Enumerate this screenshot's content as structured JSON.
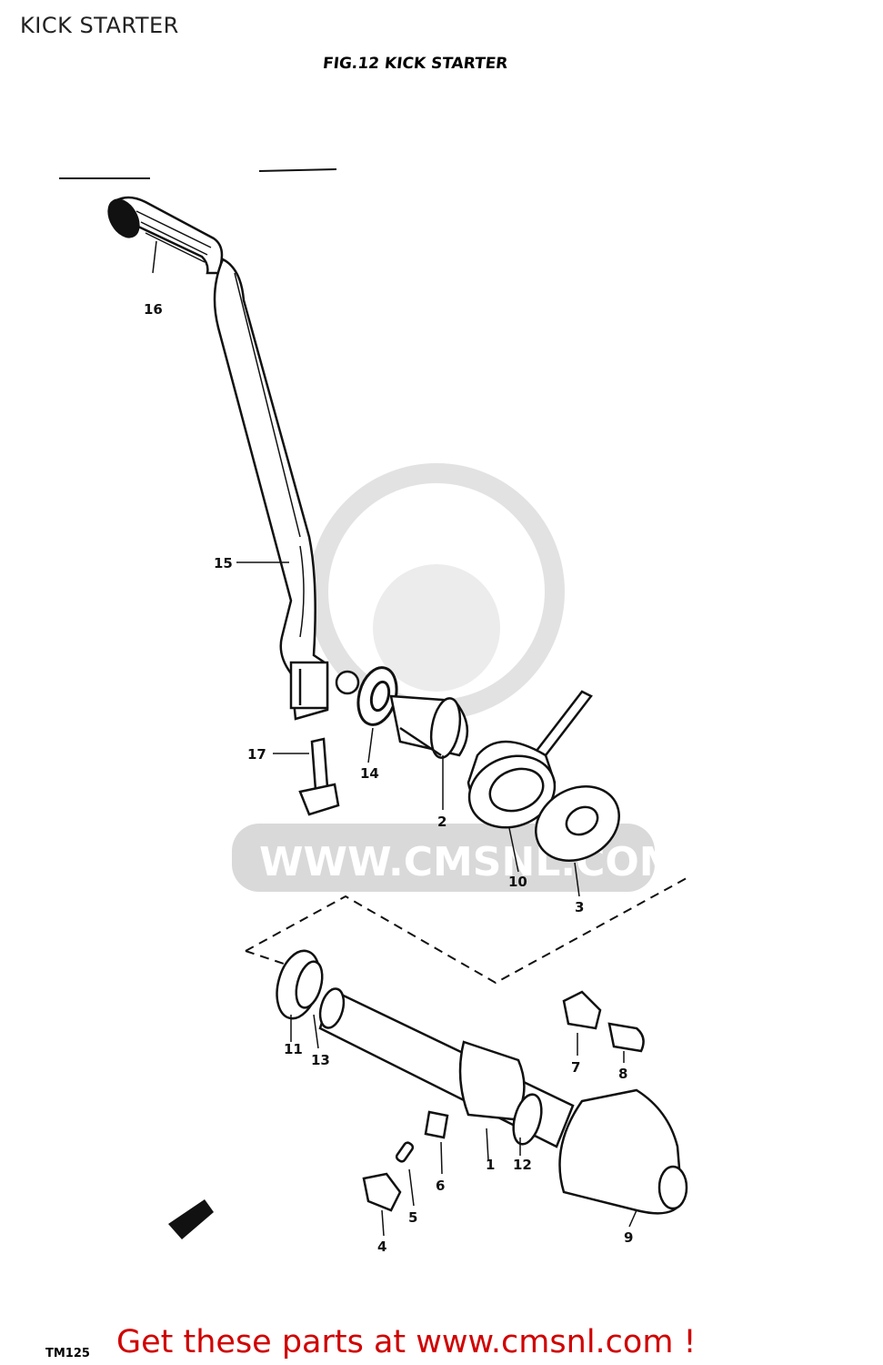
{
  "header": {
    "title": "KICK STARTER"
  },
  "figure": {
    "title": "FIG.12  KICK STARTER",
    "model_code": "TM125"
  },
  "watermark": {
    "text": "WWW.CMSNL.COM"
  },
  "footer": {
    "cta": "Get these parts at www.cmsnl.com !"
  },
  "callouts": [
    "1",
    "2",
    "3",
    "4",
    "5",
    "6",
    "7",
    "8",
    "9",
    "10",
    "11",
    "12",
    "13",
    "14",
    "15",
    "16",
    "17"
  ],
  "colors": {
    "ink": "#111111",
    "cta": "#d00000",
    "watermark": "#d9d9d9"
  }
}
